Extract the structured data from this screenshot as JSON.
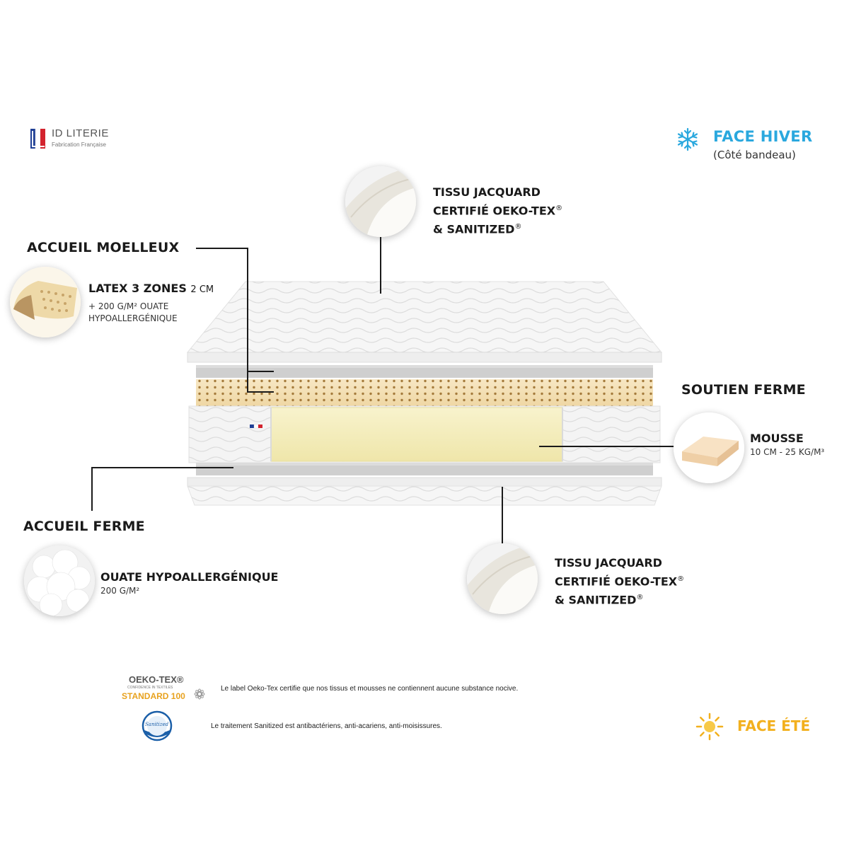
{
  "brand": {
    "name": "ID LITERIE",
    "tagline": "Fabrication Française"
  },
  "faces": {
    "winter": {
      "title": "FACE HIVER",
      "subtitle": "(Côté bandeau)",
      "icon": "snowflake-icon",
      "color": "#2aa8de"
    },
    "summer": {
      "title": "FACE ÉTÉ",
      "icon": "sun-icon",
      "color": "#f2b01e"
    }
  },
  "top_fabric": {
    "line1": "TISSU JACQUARD",
    "line2": "CERTIFIÉ OEKO-TEX",
    "line3": "& SANITIZED",
    "reg": "®"
  },
  "accueil_moelleux": {
    "title": "ACCUEIL MOELLEUX",
    "label_bold": "LATEX 3 ZONES",
    "label_size": "2 CM",
    "sub1": "+ 200 G/M² OUATE",
    "sub2": "HYPOALLERGÉNIQUE"
  },
  "soutien_ferme": {
    "title": "SOUTIEN FERME",
    "label": "MOUSSE",
    "sub": "10 CM - 25 KG/M³"
  },
  "accueil_ferme": {
    "title": "ACCUEIL FERME",
    "label": "OUATE HYPOALLERGÉNIQUE",
    "sub": "200 G/M²"
  },
  "bottom_fabric": {
    "line1": "TISSU JACQUARD",
    "line2": "CERTIFIÉ OEKO-TEX",
    "line3": "& SANITIZED",
    "reg": "®"
  },
  "footer": {
    "oeko_logo_title": "OEKO-TEX®",
    "oeko_logo_sub": "CONFIDENCE IN TEXTILES",
    "oeko_logo_std": "STANDARD 100",
    "oeko_text": "Le label Oeko-Tex certifie que nos tissus et mousses ne contiennent aucune substance nocive.",
    "sanitized_logo_text": "Sanitized",
    "sanitized_text": "Le traitement Sanitized est antibactériens, anti-acariens, anti-moisissures."
  },
  "colors": {
    "winter_blue": "#2aa8de",
    "summer_yellow": "#f2b01e",
    "latex": "#f2dfb8",
    "foam": "#f5f0c4",
    "fabric": "#f7f7f7"
  }
}
